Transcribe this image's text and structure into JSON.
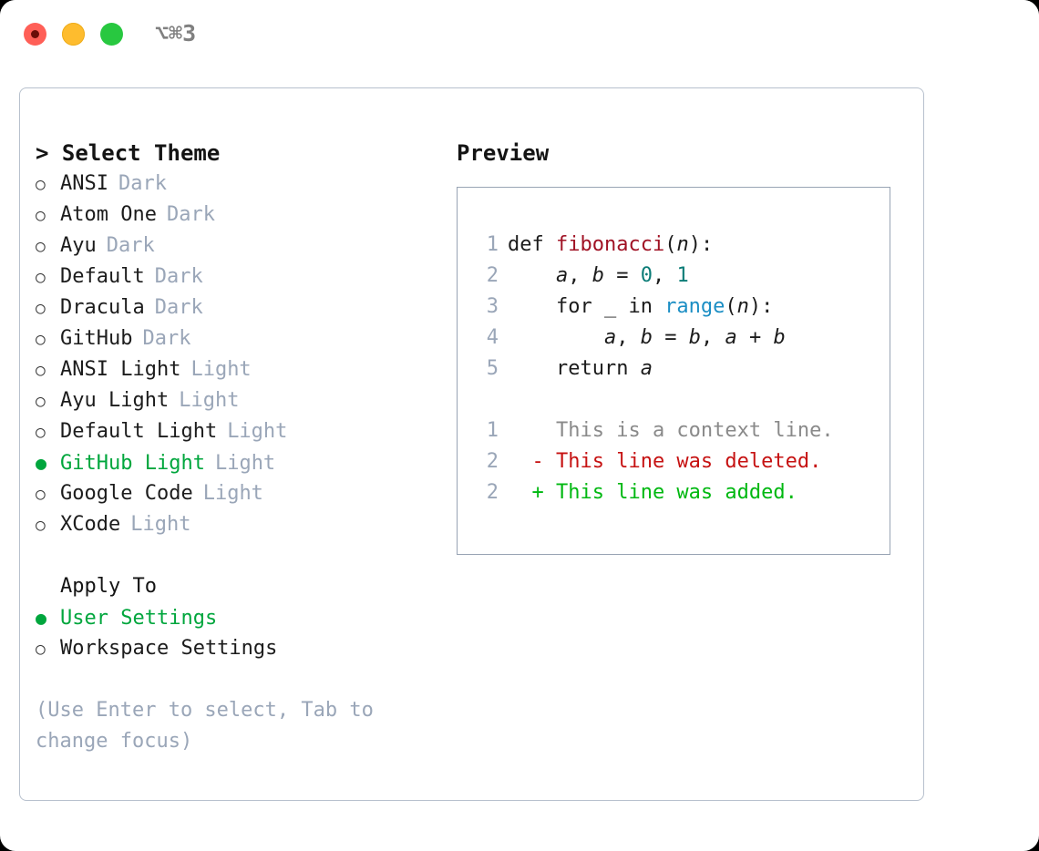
{
  "window": {
    "shortcut_label": "⌥⌘3",
    "traffic_lights": [
      {
        "name": "close",
        "color": "#ff5f57"
      },
      {
        "name": "minimize",
        "color": "#febc2e"
      },
      {
        "name": "zoom",
        "color": "#28c840"
      }
    ]
  },
  "theme_section": {
    "caret": "> ",
    "title": "Select Theme",
    "selected_marker": "●",
    "unselected_marker": "○",
    "items": [
      {
        "label": "ANSI",
        "tag": "Dark",
        "selected": false
      },
      {
        "label": "Atom One",
        "tag": "Dark",
        "selected": false
      },
      {
        "label": "Ayu",
        "tag": "Dark",
        "selected": false
      },
      {
        "label": "Default",
        "tag": "Dark",
        "selected": false
      },
      {
        "label": "Dracula",
        "tag": "Dark",
        "selected": false
      },
      {
        "label": "GitHub",
        "tag": "Dark",
        "selected": false
      },
      {
        "label": "ANSI Light",
        "tag": "Light",
        "selected": false
      },
      {
        "label": "Ayu Light",
        "tag": "Light",
        "selected": false
      },
      {
        "label": "Default Light",
        "tag": "Light",
        "selected": false
      },
      {
        "label": "GitHub Light",
        "tag": "Light",
        "selected": true
      },
      {
        "label": "Google Code",
        "tag": "Light",
        "selected": false
      },
      {
        "label": "XCode",
        "tag": "Light",
        "selected": false
      }
    ]
  },
  "apply_section": {
    "title": "Apply To",
    "items": [
      {
        "label": "User Settings",
        "selected": true
      },
      {
        "label": "Workspace Settings",
        "selected": false
      }
    ]
  },
  "hint": "(Use Enter to select, Tab to change focus)",
  "preview": {
    "title": "Preview",
    "code_lines": [
      {
        "n": "1",
        "tokens": [
          {
            "t": "def ",
            "k": "plain"
          },
          {
            "t": "fibonacci",
            "k": "fn"
          },
          {
            "t": "(",
            "k": "plain"
          },
          {
            "t": "n",
            "k": "var"
          },
          {
            "t": "):",
            "k": "plain"
          }
        ]
      },
      {
        "n": "2",
        "tokens": [
          {
            "t": "    ",
            "k": "plain"
          },
          {
            "t": "a",
            "k": "var"
          },
          {
            "t": ", ",
            "k": "plain"
          },
          {
            "t": "b",
            "k": "var"
          },
          {
            "t": " = ",
            "k": "plain"
          },
          {
            "t": "0",
            "k": "num"
          },
          {
            "t": ", ",
            "k": "plain"
          },
          {
            "t": "1",
            "k": "num"
          }
        ]
      },
      {
        "n": "3",
        "tokens": [
          {
            "t": "    for _ in ",
            "k": "plain"
          },
          {
            "t": "range",
            "k": "call"
          },
          {
            "t": "(",
            "k": "plain"
          },
          {
            "t": "n",
            "k": "var"
          },
          {
            "t": "):",
            "k": "plain"
          }
        ]
      },
      {
        "n": "4",
        "tokens": [
          {
            "t": "        ",
            "k": "plain"
          },
          {
            "t": "a",
            "k": "var"
          },
          {
            "t": ", ",
            "k": "plain"
          },
          {
            "t": "b",
            "k": "var"
          },
          {
            "t": " = ",
            "k": "plain"
          },
          {
            "t": "b",
            "k": "var"
          },
          {
            "t": ", ",
            "k": "plain"
          },
          {
            "t": "a",
            "k": "var"
          },
          {
            "t": " + ",
            "k": "plain"
          },
          {
            "t": "b",
            "k": "var"
          }
        ]
      },
      {
        "n": "5",
        "tokens": [
          {
            "t": "    return ",
            "k": "plain"
          },
          {
            "t": "a",
            "k": "var"
          }
        ]
      }
    ],
    "diff_lines": [
      {
        "n": "1",
        "sign": "  ",
        "text": "This is a context line.",
        "kind": "context"
      },
      {
        "n": "2",
        "sign": "- ",
        "text": "This line was deleted.",
        "kind": "deleted"
      },
      {
        "n": "2",
        "sign": "+ ",
        "text": "This line was added.",
        "kind": "added"
      }
    ]
  }
}
